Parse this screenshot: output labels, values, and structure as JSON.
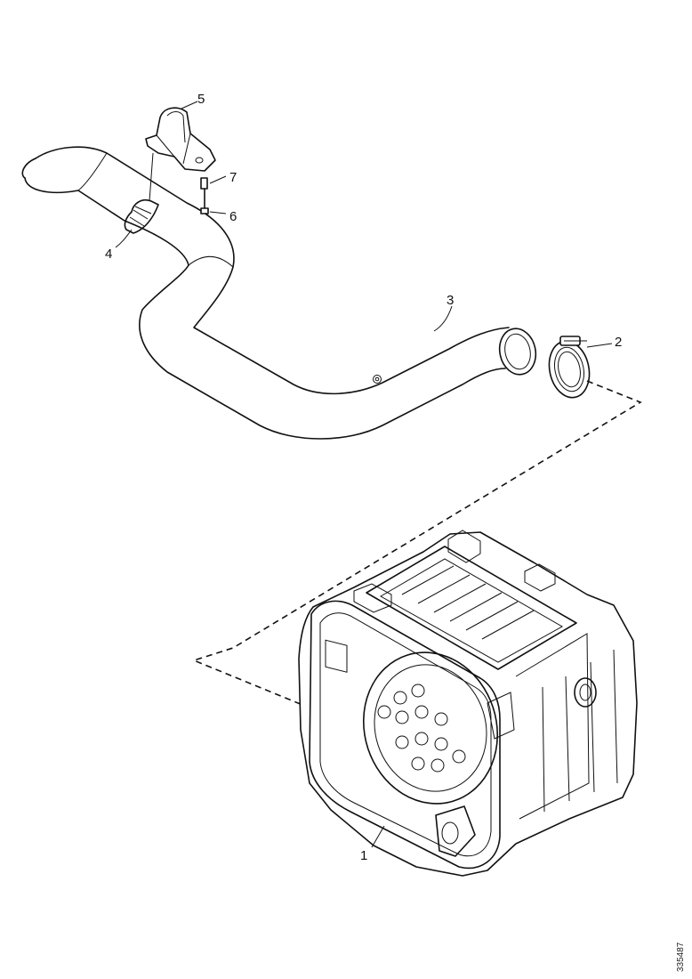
{
  "diagram": {
    "doc_number": "335487",
    "callouts": {
      "p1": "1",
      "p2": "2",
      "p3": "3",
      "p4": "4",
      "p5": "5",
      "p6": "6",
      "p7": "7"
    }
  }
}
